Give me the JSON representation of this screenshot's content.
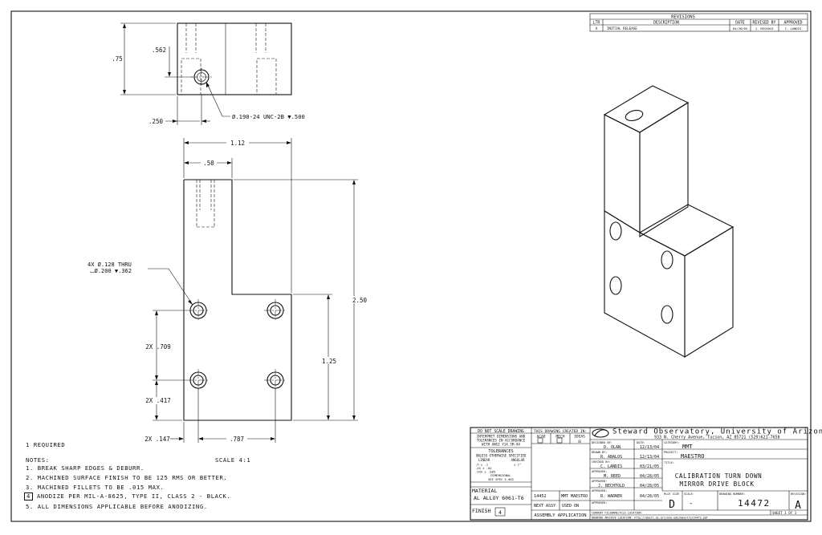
{
  "revisions": {
    "title": "REVISIONS",
    "headers": [
      "LTR",
      "DESCRIPTION",
      "DATE",
      "REVISED BY",
      "APPROVED"
    ],
    "rows": [
      [
        "A",
        "INITIAL RELEASE",
        "04/28/05",
        "J. BECHOLD",
        "C. LANDIS"
      ]
    ]
  },
  "top_view": {
    "dim_height": ".75",
    "dim_hole_y": ".562",
    "dim_hole_x": ".250",
    "hole_callout": "Ø.190-24 UNC-2B ▼.500"
  },
  "front_view": {
    "dim_width": "1.12",
    "dim_neck": ".50",
    "dim_height": "2.50",
    "dim_step": "1.25",
    "dim_hole_pitch_y": "2X .709",
    "dim_hole_edge_y": "2X .417",
    "dim_hole_edge_x": "2X .147",
    "dim_hole_pitch_x": ".787",
    "hole_callout_1": "4X Ø.128 THRU",
    "hole_callout_2": "⌴Ø.200 ▼.362"
  },
  "notes": {
    "quantity": "1 REQUIRED",
    "scale": "SCALE 4:1",
    "heading": "NOTES:",
    "items": [
      {
        "num": "1.",
        "text": "BREAK SHARP EDGES & DEBURR."
      },
      {
        "num": "2.",
        "text": "MACHINED SURFACE FINISH TO BE 125 RMS OR BETTER."
      },
      {
        "num": "3.",
        "text": "MACHINED FILLETS TO BE .015 MAX."
      },
      {
        "num": "4",
        "text": "ANODIZE PER MIL-A-8625, TYPE II, CLASS 2 - BLACK."
      },
      {
        "num": "5.",
        "text": "ALL DIMENSIONS APPLICABLE BEFORE ANODIZING."
      }
    ]
  },
  "title_block": {
    "do_not_scale": "DO NOT SCALE DRAWING",
    "interpret_1": "INTERPRET DIMENSIONS AND",
    "interpret_2": "TOLERANCES IN ACCORDANCE",
    "interpret_3": "WITH ANSI Y14.5M-94",
    "tolerances": "TOLERANCES",
    "unless": "UNLESS OTHERWISE SPECIFIED",
    "linear": "LINEAR",
    "angular": "ANGULAR",
    "tol_x": ".X ± .1",
    "tol_xx": ".XX ± .02",
    "tol_xxx": ".XXX ± .005",
    "tol_ang": "± 1°",
    "dim_metrol": "DIMENSIONAL",
    "std_spec": "SEE SPEC S-002",
    "material_label": "MATERIAL",
    "material": "AL ALLOY 6061-T6",
    "finish_label": "FINISH",
    "finish_note": "4",
    "created_in": "THIS DRAWING CREATED IN:",
    "acad": "ACAD",
    "mech": "MECH",
    "ideas": "IDEAS",
    "ideas_mark": "☒",
    "part_num": "14452",
    "next_assy_val": "MMT MAESTRO",
    "next_assy": "NEXT ASSY",
    "used_on": "USED ON",
    "assy_app": "ASSEMBLY APPLICATION",
    "org_name": "Steward Observatory, University of Arizona",
    "org_addr": "933 N. Cherry Avenue, Tucson, AZ  85721   (520)621-7658",
    "designed_by_label": "DESIGNED BY:",
    "designed_by": "D. OLAN",
    "designed_date": "12/13/04",
    "drawn_by_label": "DRAWN BY:",
    "drawn_by": "R. ABALOS",
    "drawn_date": "12/13/04",
    "checked_label": "CHECKED BY:",
    "checked_by": "C. LANDIS",
    "checked_date": "03/21/05",
    "approved1_label": "APPROVED:",
    "approved1": "M. REED",
    "approved1_date": "04/28/05",
    "approved2_label": "APPROVED:",
    "approved2": "J. BECHTOLD",
    "approved2_date": "04/28/05",
    "approved3_label": "APPROVED:",
    "approved3": "R. WARNER",
    "approved3_date": "04/28/05",
    "approved4_label": "APPROVED:",
    "date_label": "DATE:",
    "category_label": "CATEGORY:",
    "category": "MMT",
    "project_label": "PROJECT:",
    "project": "MAESTRO",
    "title_label": "TITLE:",
    "title_1": "CALIBRATION TURN DOWN",
    "title_2": "MIRROR DRIVE BLOCK",
    "plot_size_label": "PLOT SIZE",
    "scale_label": "SCALE:",
    "plot_size": "D",
    "scale_val": "-",
    "dwg_num_label": "DRAWING NUMBER:",
    "dwg_num": "14472",
    "rev_label": "REVISION:",
    "rev": "A",
    "sheet": "SHEET 1 OF 1",
    "current_file": "CURRENT FILENAME/FILE LOCATION:",
    "archive": "DRAWING ARCHIVE LOCATION: http://abell.as.arizona.edu/maestro/14472.pdf"
  }
}
